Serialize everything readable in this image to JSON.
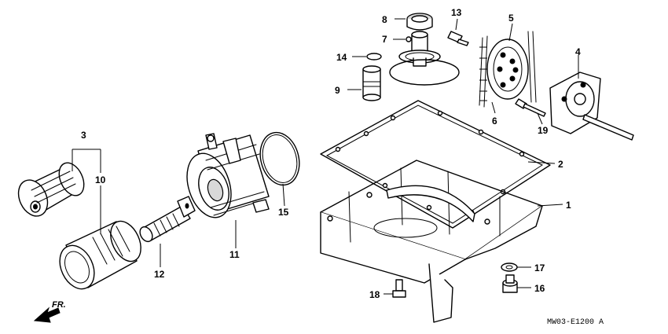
{
  "callouts": {
    "c1": "1",
    "c2": "2",
    "c3": "3",
    "c4": "4",
    "c5": "5",
    "c6": "6",
    "c7": "7",
    "c8": "8",
    "c9": "9",
    "c10": "10",
    "c11": "11",
    "c12": "12",
    "c13": "13",
    "c14": "14",
    "c15": "15",
    "c16": "16",
    "c17": "17",
    "c18": "18",
    "c19": "19"
  },
  "direction_label": "FR.",
  "figure_code": "MW03-E1200 A"
}
